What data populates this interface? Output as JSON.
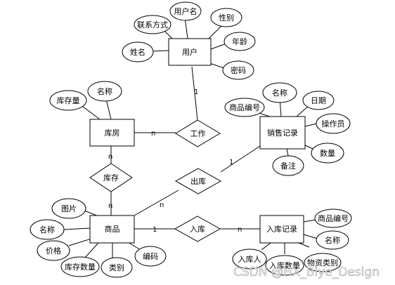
{
  "entities": {
    "user": "用户",
    "warehouse": "库房",
    "sales_record": "销售记录",
    "product": "商品",
    "inbound_record": "入库记录"
  },
  "relationships": {
    "work": "工作",
    "stock": "库存",
    "outbound": "出库",
    "inbound": "入库"
  },
  "attributes": {
    "user": [
      "用户名",
      "联系方式",
      "性别",
      "年龄",
      "姓名",
      "密码"
    ],
    "warehouse": [
      "名称",
      "库存量"
    ],
    "sales_record": [
      "名称",
      "商品编号",
      "日期",
      "操作员",
      "数量",
      "备注"
    ],
    "product": [
      "图片",
      "名称",
      "价格",
      "库存数量",
      "类别",
      "编码"
    ],
    "inbound_record": [
      "商品编号",
      "名称",
      "入库人",
      "入库数量",
      "物资类别"
    ]
  },
  "cardinalities": {
    "user_work": "1",
    "warehouse_work": "n",
    "warehouse_stock": "n",
    "product_stock": "n",
    "product_outbound": "n",
    "sales_outbound": "1",
    "product_inbound": "1",
    "inbound_record_inbound": "n"
  },
  "watermark": "CSDN @HX_Biye_Design"
}
